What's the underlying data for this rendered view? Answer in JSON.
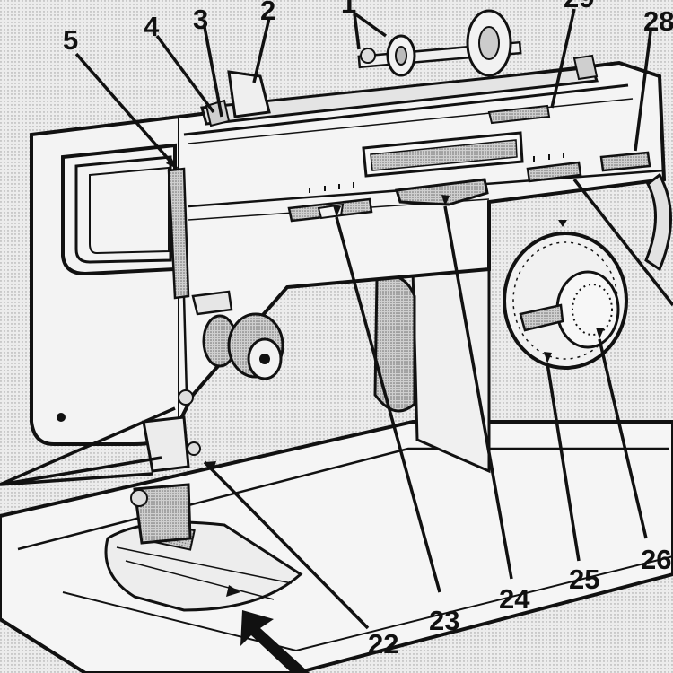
{
  "diagram": {
    "subject": "sewing-machine",
    "callouts": [
      {
        "id": "c1",
        "text": "1"
      },
      {
        "id": "c2",
        "text": "2"
      },
      {
        "id": "c3",
        "text": "3"
      },
      {
        "id": "c4",
        "text": "4"
      },
      {
        "id": "c5",
        "text": "5"
      },
      {
        "id": "c22",
        "text": "22"
      },
      {
        "id": "c23",
        "text": "23"
      },
      {
        "id": "c24",
        "text": "24"
      },
      {
        "id": "c25",
        "text": "25"
      },
      {
        "id": "c26",
        "text": "26"
      },
      {
        "id": "c28",
        "text": "28"
      },
      {
        "id": "c29",
        "text": "29"
      }
    ]
  },
  "colors": {
    "background": "#e9e9e9",
    "ink": "#111111",
    "body_fill": "#f3f3f3",
    "shadow_fill": "#bdbdbd"
  }
}
